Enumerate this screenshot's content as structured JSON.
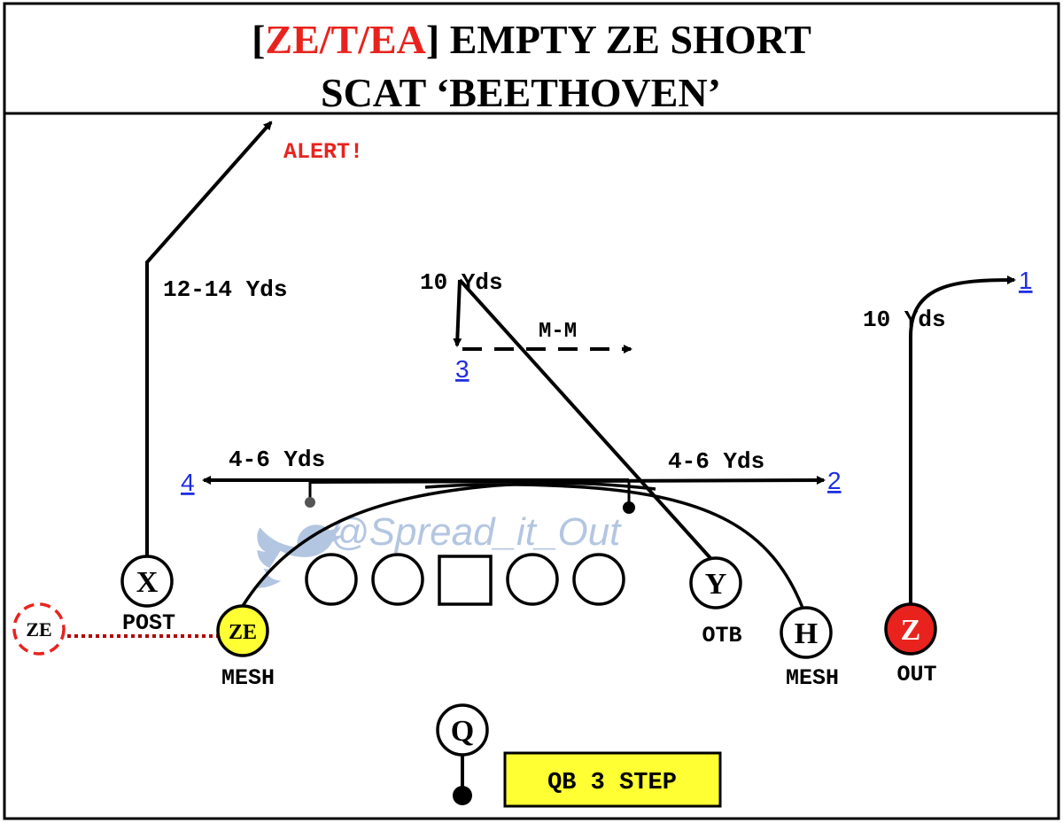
{
  "title": {
    "line1_open": "[",
    "line1_tag": "ZE/T/EA",
    "line1_close": "]",
    "line1_rest": " EMPTY ZE SHORT",
    "line2": "SCAT ‘BEETHOVEN’"
  },
  "annotations": {
    "alert": "ALERT!",
    "x_depth": "12-14 Yds",
    "y_depth": "10 Yds",
    "z_depth": "10 Yds",
    "mm": "M-M",
    "left_depth": "4-6 Yds",
    "right_depth": "4-6 Yds"
  },
  "reads": {
    "one": "1",
    "two": "2",
    "three": "3",
    "four": "4"
  },
  "players": {
    "x": "X",
    "y": "Y",
    "h": "H",
    "z": "Z",
    "q": "Q",
    "ze": "ZE",
    "ze_ghost": "ZE"
  },
  "routes": {
    "x": "POST",
    "ze": "MESH",
    "y": "OTB",
    "h": "MESH",
    "z": "OUT"
  },
  "qb_box": "QB 3 STEP",
  "watermark": "@Spread_it_Out",
  "colors": {
    "red": "#e8231e",
    "yellow": "#ffff33",
    "link_blue": "#1f2ee0",
    "watermark_blue": "#9ab4d8"
  }
}
